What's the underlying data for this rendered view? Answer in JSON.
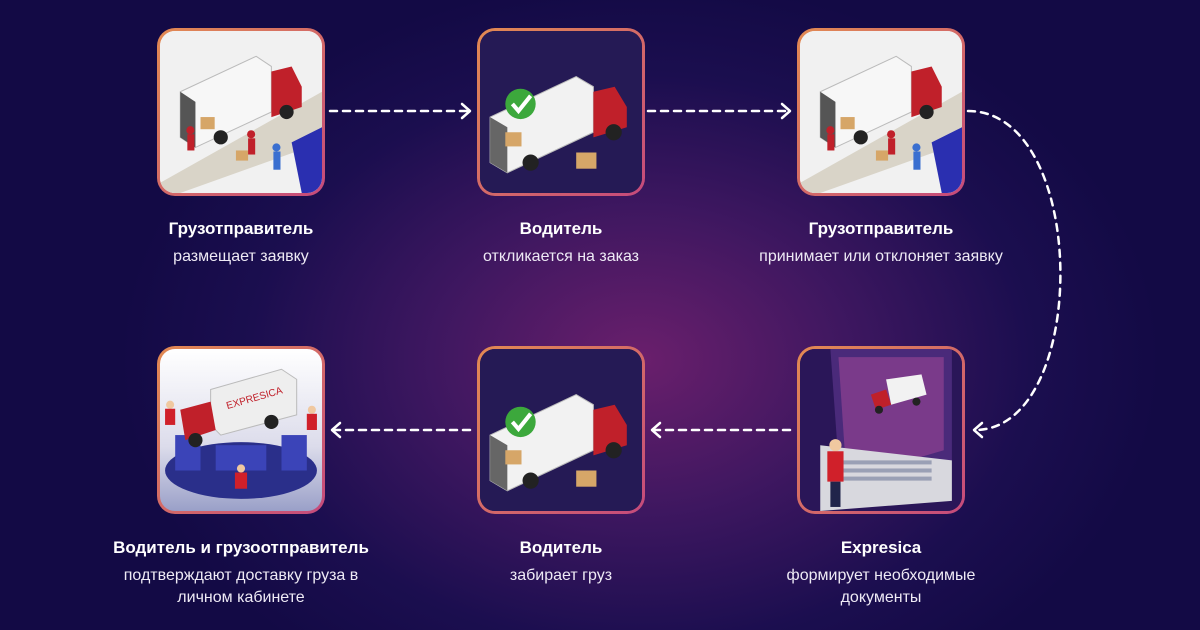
{
  "steps": [
    {
      "title": "Грузотправитель",
      "desc": "размещает заявку",
      "illustration": "truck-loading-icon"
    },
    {
      "title": "Водитель",
      "desc": "откликается на заказ",
      "illustration": "truck-check-icon"
    },
    {
      "title": "Грузотправитель",
      "desc": "принимает или отклоняет заявку",
      "illustration": "truck-loading-icon"
    },
    {
      "title": "Expresica",
      "desc": "формирует необходимые документы",
      "illustration": "laptop-truck-icon"
    },
    {
      "title": "Водитель",
      "desc": "забирает груз",
      "illustration": "truck-check-icon"
    },
    {
      "title": "Водитель и грузоотправитель",
      "desc": "подтверждают доставку груза в личном кабинете",
      "illustration": "gear-truck-icon",
      "truck_brand": "EXPRESICA"
    }
  ],
  "colors": {
    "card_border": "#e28a52",
    "card_border_alt": "#c54a7c",
    "arrow": "#ffffff",
    "background": "#130a45",
    "truck_cab": "#c0202a"
  }
}
